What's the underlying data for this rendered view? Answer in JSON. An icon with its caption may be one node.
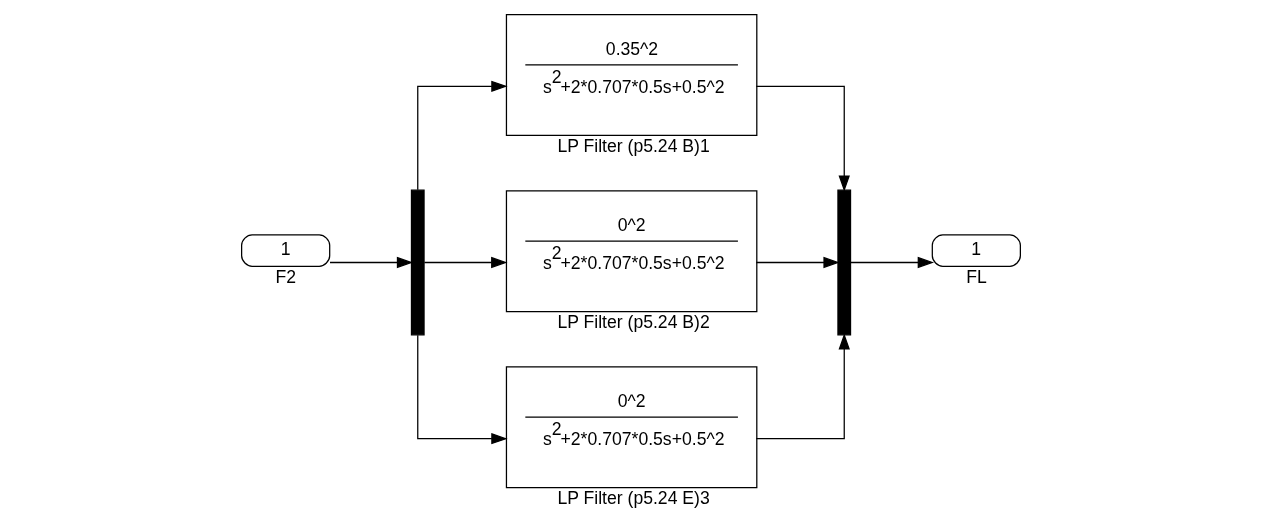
{
  "diagram": {
    "nodes": [
      {
        "text": [
          "1"
        ],
        "beside": [
          "F2"
        ]
      },
      {
        "text": [],
        "shape": "bar"
      },
      {
        "text": [
          "0.35^2",
          "s$^{2}$+2*0.707*0.5s+0.5^2"
        ],
        "beside": [
          "LP Filter (p5.24 B)1"
        ]
      },
      {
        "text": [
          "0^2",
          "s$^{2}$+2*0.707*0.5s+0.5^2"
        ],
        "beside": [
          "LP Filter (p5.24 B)2"
        ]
      },
      {
        "text": [
          "0^2",
          "s$^{2}$+2*0.707*0.5s+0.5^2"
        ],
        "beside": [
          "LP Filter (p5.24 E)3"
        ]
      },
      {
        "text": [],
        "shape": "bar"
      },
      {
        "text": [
          "1"
        ],
        "beside": [
          "FL"
        ]
      }
    ],
    "edges": [
      {
        "from": 0,
        "to": 1,
        "arrow": "to"
      },
      {
        "from": 1,
        "to": 2,
        "arrow": "to"
      },
      {
        "from": 1,
        "to": 3,
        "arrow": "to"
      },
      {
        "from": 1,
        "to": 4,
        "arrow": "to"
      },
      {
        "from": 2,
        "to": 5,
        "arrow": "to"
      },
      {
        "from": 3,
        "to": 5,
        "arrow": "to"
      },
      {
        "from": 4,
        "to": 5,
        "arrow": "to"
      },
      {
        "from": 5,
        "to": 6,
        "arrow": "to"
      }
    ]
  }
}
